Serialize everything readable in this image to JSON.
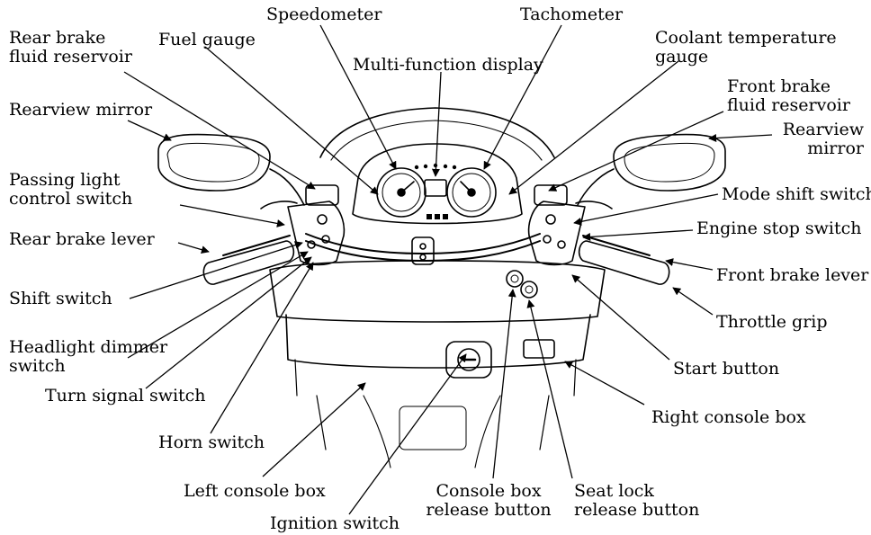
{
  "labels": {
    "speedometer": "Speedometer",
    "tachometer": "Tachometer",
    "rear_brake_fluid_reservoir": [
      "Rear brake",
      "fluid reservoir"
    ],
    "fuel_gauge": "Fuel gauge",
    "multi_function_display": "Multi-function display",
    "coolant_temperature_gauge": [
      "Coolant temperature",
      "gauge"
    ],
    "front_brake_fluid_reservoir": [
      "Front brake",
      "fluid reservoir"
    ],
    "rearview_mirror_left": "Rearview mirror",
    "rearview_mirror_right": [
      "Rearview",
      "mirror"
    ],
    "passing_light_control_switch": [
      "Passing light",
      "control switch"
    ],
    "mode_shift_switch": "Mode shift switch",
    "engine_stop_switch": "Engine stop switch",
    "rear_brake_lever": "Rear brake lever",
    "front_brake_lever": "Front brake lever",
    "shift_switch": "Shift switch",
    "throttle_grip": "Throttle grip",
    "headlight_dimmer_switch": [
      "Headlight dimmer",
      "switch"
    ],
    "start_button": "Start button",
    "turn_signal_switch": "Turn signal switch",
    "right_console_box": "Right console box",
    "horn_switch": "Horn switch",
    "left_console_box": "Left console box",
    "console_box_release_button": [
      "Console box",
      "release button"
    ],
    "seat_lock_release_button": [
      "Seat lock",
      "release button"
    ],
    "ignition_switch": "Ignition switch"
  },
  "colors": {
    "ink": "#000000",
    "paper": "#ffffff"
  }
}
